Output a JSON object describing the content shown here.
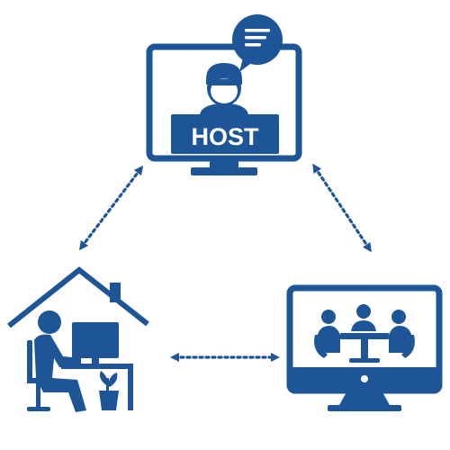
{
  "diagram": {
    "host_label": "HOST",
    "nodes": [
      {
        "id": "host",
        "icon": "host-monitor-icon"
      },
      {
        "id": "remote",
        "icon": "remote-worker-home-icon"
      },
      {
        "id": "room",
        "icon": "conference-room-monitor-icon"
      }
    ],
    "links": [
      {
        "from": "host",
        "to": "remote",
        "style": "dotted-bidirectional"
      },
      {
        "from": "host",
        "to": "room",
        "style": "dotted-bidirectional"
      },
      {
        "from": "remote",
        "to": "room",
        "style": "dotted-bidirectional"
      }
    ]
  },
  "colors": {
    "primary": "#1e5597",
    "background": "#ffffff"
  }
}
